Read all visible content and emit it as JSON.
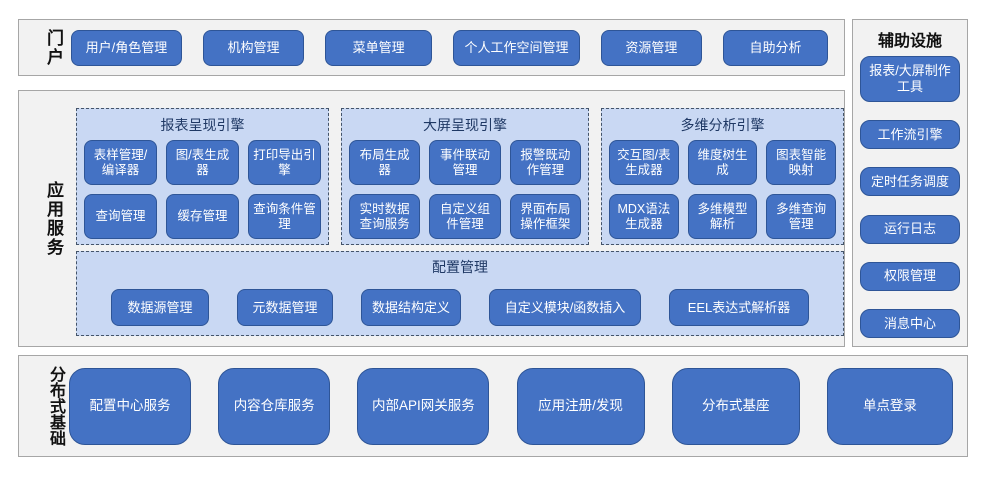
{
  "colors": {
    "button_fill": "#4472c4",
    "button_border": "#2e5597",
    "group_fill": "#c9d8f3",
    "group_border": "#44546a",
    "section_fill": "#f2f2f2",
    "section_border": "#a6a6a6",
    "title_text": "#1f3864"
  },
  "portal": {
    "label": "门户",
    "buttons": [
      "用户/角色管理",
      "机构管理",
      "菜单管理",
      "个人工作空间管理",
      "资源管理",
      "自助分析"
    ]
  },
  "app_services": {
    "label": "应用服务",
    "engines": [
      {
        "title": "报表呈现引擎",
        "buttons": [
          "表样管理/编译器",
          "图/表生成器",
          "打印导出引擎",
          "查询管理",
          "缓存管理",
          "查询条件管理"
        ]
      },
      {
        "title": "大屏呈现引擎",
        "buttons": [
          "布局生成器",
          "事件联动管理",
          "报警既动作管理",
          "实时数据查询服务",
          "自定义组件管理",
          "界面布局操作框架"
        ]
      },
      {
        "title": "多维分析引擎",
        "buttons": [
          "交互图/表生成器",
          "维度树生成",
          "图表智能映射",
          "MDX语法生成器",
          "多维模型解析",
          "多维查询管理"
        ]
      }
    ],
    "config": {
      "title": "配置管理",
      "buttons": [
        "数据源管理",
        "元数据管理",
        "数据结构定义",
        "自定义模块/函数插入",
        "EEL表达式解析器"
      ]
    }
  },
  "auxiliary": {
    "title": "辅助设施",
    "buttons": [
      "报表/大屏制作工具",
      "工作流引擎",
      "定时任务调度",
      "运行日志",
      "权限管理",
      "消息中心"
    ]
  },
  "distributed": {
    "label": "分布式基础",
    "buttons": [
      "配置中心服务",
      "内容仓库服务",
      "内部API网关服务",
      "应用注册/发现",
      "分布式基座",
      "单点登录"
    ]
  }
}
